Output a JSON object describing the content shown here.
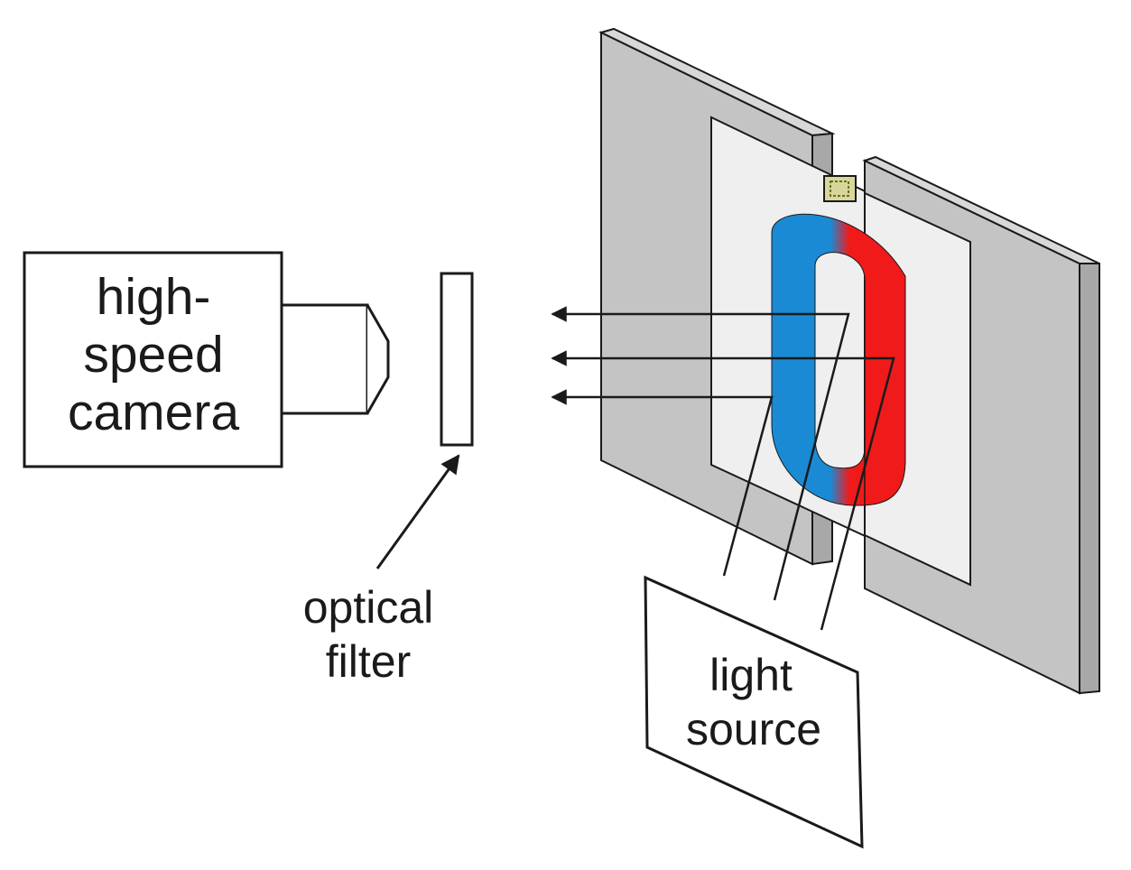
{
  "labels": {
    "camera": [
      "high-",
      "speed",
      "camera"
    ],
    "filter": [
      "optical",
      "filter"
    ],
    "light": [
      "light",
      "source"
    ]
  },
  "colors": {
    "plate_dark": "#c4c4c4",
    "plate_edge": "#a8a8a8",
    "plate_light": "#efefef",
    "loop_blue": "#1a8ad4",
    "loop_red": "#f01a1a",
    "sensor": "#d8d79a",
    "stroke": "#1a1a1a"
  }
}
